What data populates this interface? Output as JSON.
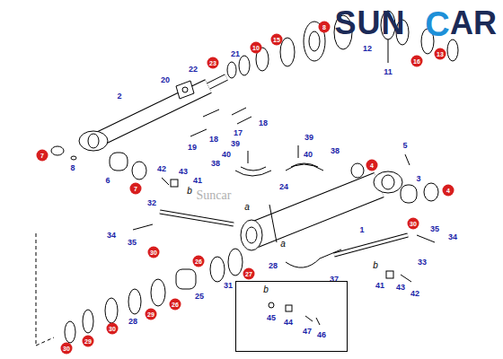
{
  "diagram": {
    "nodes": [
      {
        "text": [
          "b",
          "45",
          "44",
          "47",
          "46"
        ]
      }
    ],
    "labels": [
      "SUN",
      "C",
      "AR",
      "Suncar",
      "8",
      "10",
      "15",
      "12",
      "11",
      "16",
      "13",
      "23",
      "22",
      "21",
      "20",
      "2",
      "17",
      "18",
      "18",
      "19",
      "7",
      "8",
      "6",
      "7",
      "39",
      "40",
      "38",
      "39",
      "40",
      "38",
      "5",
      "4",
      "3",
      "4",
      "42",
      "43",
      "41",
      "b",
      "a",
      "24",
      "32",
      "1",
      "30",
      "34",
      "35",
      "30",
      "a",
      "35",
      "34",
      "28",
      "b",
      "41",
      "43",
      "33",
      "42",
      "27",
      "26",
      "31",
      "25",
      "26",
      "28",
      "29",
      "30",
      "29",
      "30",
      "37"
    ]
  }
}
